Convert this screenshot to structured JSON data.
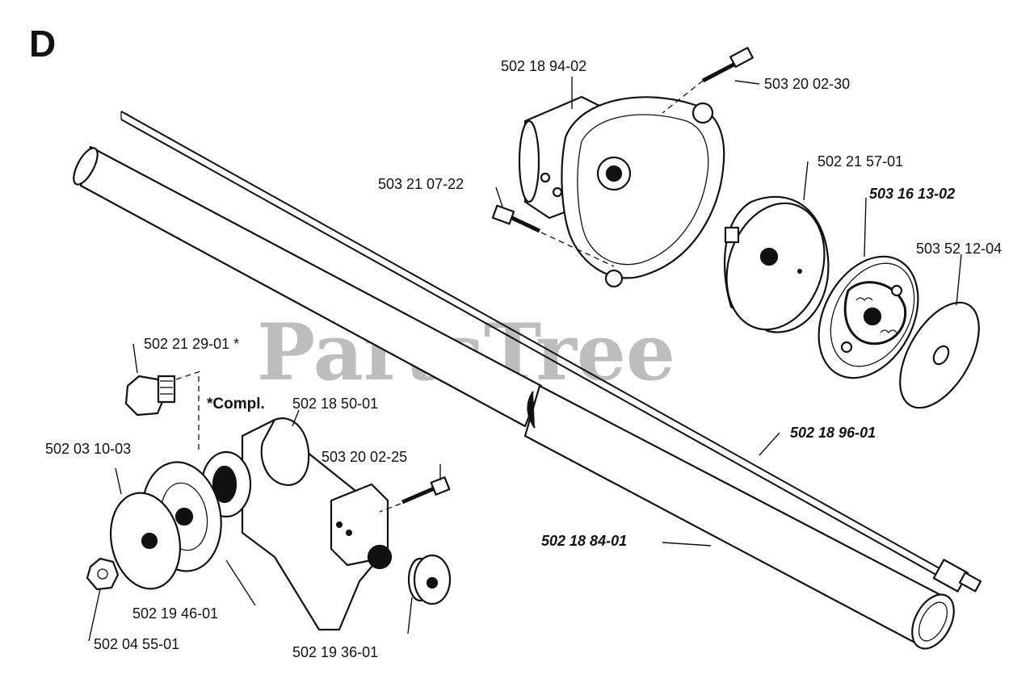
{
  "diagram": {
    "section_letter": "D",
    "watermark": "PartsTree",
    "labels": {
      "p_502_18_94_02": "502 18 94-02",
      "p_503_20_02_30": "503 20 02-30",
      "p_503_21_07_22": "503 21 07-22",
      "p_502_21_57_01": "502 21 57-01",
      "p_503_16_13_02": "503 16 13-02",
      "p_503_52_12_04": "503 52 12-04",
      "p_502_21_29_01": "502 21 29-01 *",
      "compl_prefix": "*Compl.",
      "p_502_18_50_01": "502 18 50-01",
      "p_502_03_10_03": "502 03 10-03",
      "p_503_20_02_25": "503 20 02-25",
      "p_502_18_96_01": "502 18 96-01",
      "p_502_18_84_01": "502 18 84-01",
      "p_502_19_46_01": "502 19 46-01",
      "p_502_04_55_01": "502 04 55-01",
      "p_502_19_36_01": "502 19 36-01"
    }
  }
}
